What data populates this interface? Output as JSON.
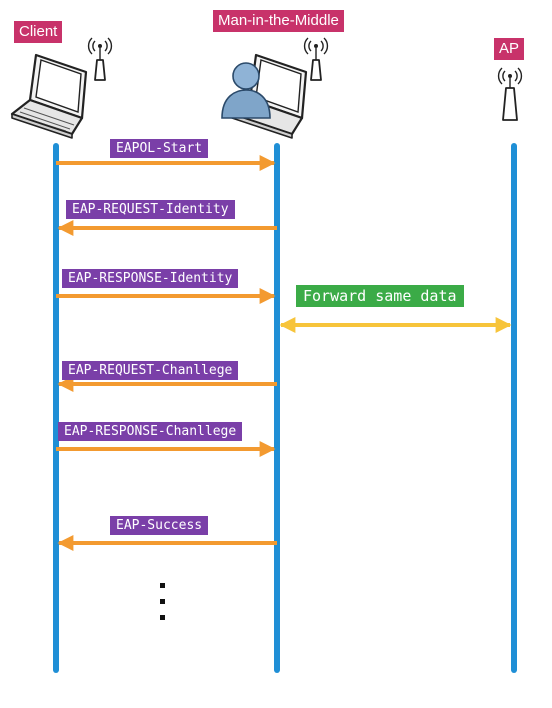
{
  "colors": {
    "entity_label_bg": "#c8326a",
    "message_label_bg": "#7a3fa8",
    "forward_label_bg": "#3bab47",
    "lifeline": "#1f8fd6",
    "message_arrow": "#f39a30",
    "forward_arrow": "#f7c43a"
  },
  "entities": {
    "client": "Client",
    "mitm": "Man-in-the-Middle",
    "ap": "AP"
  },
  "icons": {
    "client": "laptop-with-antenna-icon",
    "mitm": "laptop-with-user-and-antenna-icon",
    "ap": "access-point-antenna-icon"
  },
  "messages": [
    {
      "label": "EAPOL-Start",
      "from": "client",
      "to": "mitm"
    },
    {
      "label": "EAP-REQUEST-Identity",
      "from": "mitm",
      "to": "client"
    },
    {
      "label": "EAP-RESPONSE-Identity",
      "from": "client",
      "to": "mitm"
    },
    {
      "label": "EAP-REQUEST-Chanllege",
      "from": "mitm",
      "to": "client"
    },
    {
      "label": "EAP-RESPONSE-Chanllege",
      "from": "client",
      "to": "mitm"
    },
    {
      "label": "EAP-Success",
      "from": "mitm",
      "to": "client"
    }
  ],
  "forward": {
    "label": "Forward same data",
    "between": [
      "mitm",
      "ap"
    ]
  }
}
